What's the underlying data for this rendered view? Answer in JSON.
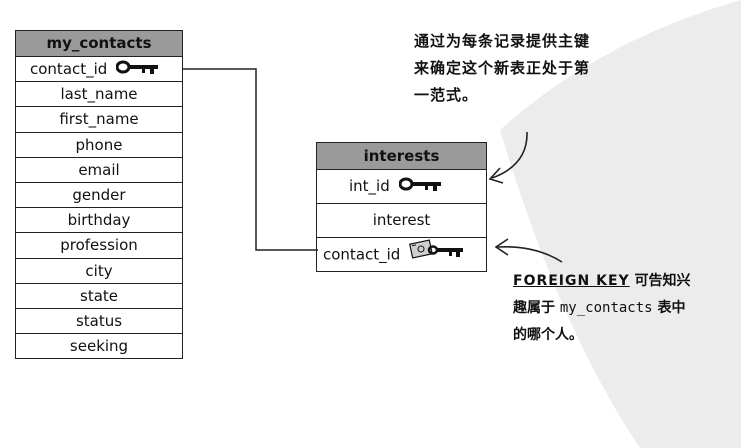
{
  "my_contacts": {
    "title": "my_contacts",
    "primary_key": "contact_id",
    "fields": [
      "last_name",
      "first_name",
      "phone",
      "email",
      "gender",
      "birthday",
      "profession",
      "city",
      "state",
      "status",
      "seeking"
    ]
  },
  "interests": {
    "title": "interests",
    "primary_key": "int_id",
    "field": "interest",
    "foreign_key": "contact_id"
  },
  "note_pk": {
    "line1": "通过为每条记录提供主键",
    "line2": "来确定这个新表正处于第",
    "line3": "一范式。"
  },
  "note_fk": {
    "label": "FOREIGN KEY",
    "line1_rest": " 可告知兴",
    "line2_a": "趣属于 ",
    "line2_code": "my_contacts",
    "line2_b": " 表中",
    "line3": "的哪个人。"
  },
  "icons": {
    "primary_key_icon": "key-icon",
    "foreign_key_icon": "banknote-key-icon"
  },
  "colors": {
    "table_header": "#9a9a9a",
    "background_wedge": "#eeeeee",
    "line": "#222222"
  }
}
